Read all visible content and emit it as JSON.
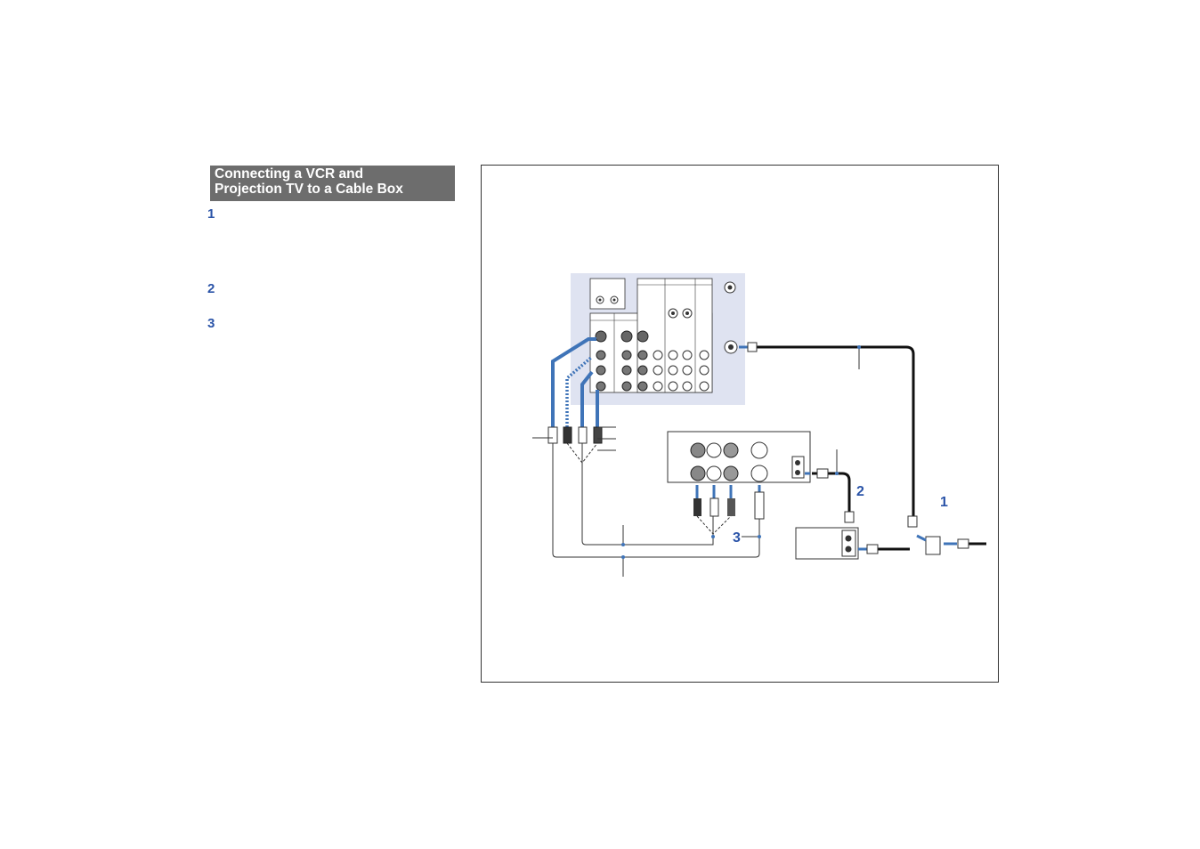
{
  "header": {
    "title_line1": "Connecting a VCR and",
    "title_line2": "Projection TV to a Cable Box"
  },
  "steps": [
    "1",
    "2",
    "3"
  ],
  "diagram": {
    "callouts": [
      "1",
      "2",
      "3"
    ]
  },
  "colors": {
    "header_bg": "#6d6d6d",
    "accent_blue": "#2b54a8",
    "cable_blue": "#3f74b8",
    "panel_bg": "#dfe3f1"
  }
}
